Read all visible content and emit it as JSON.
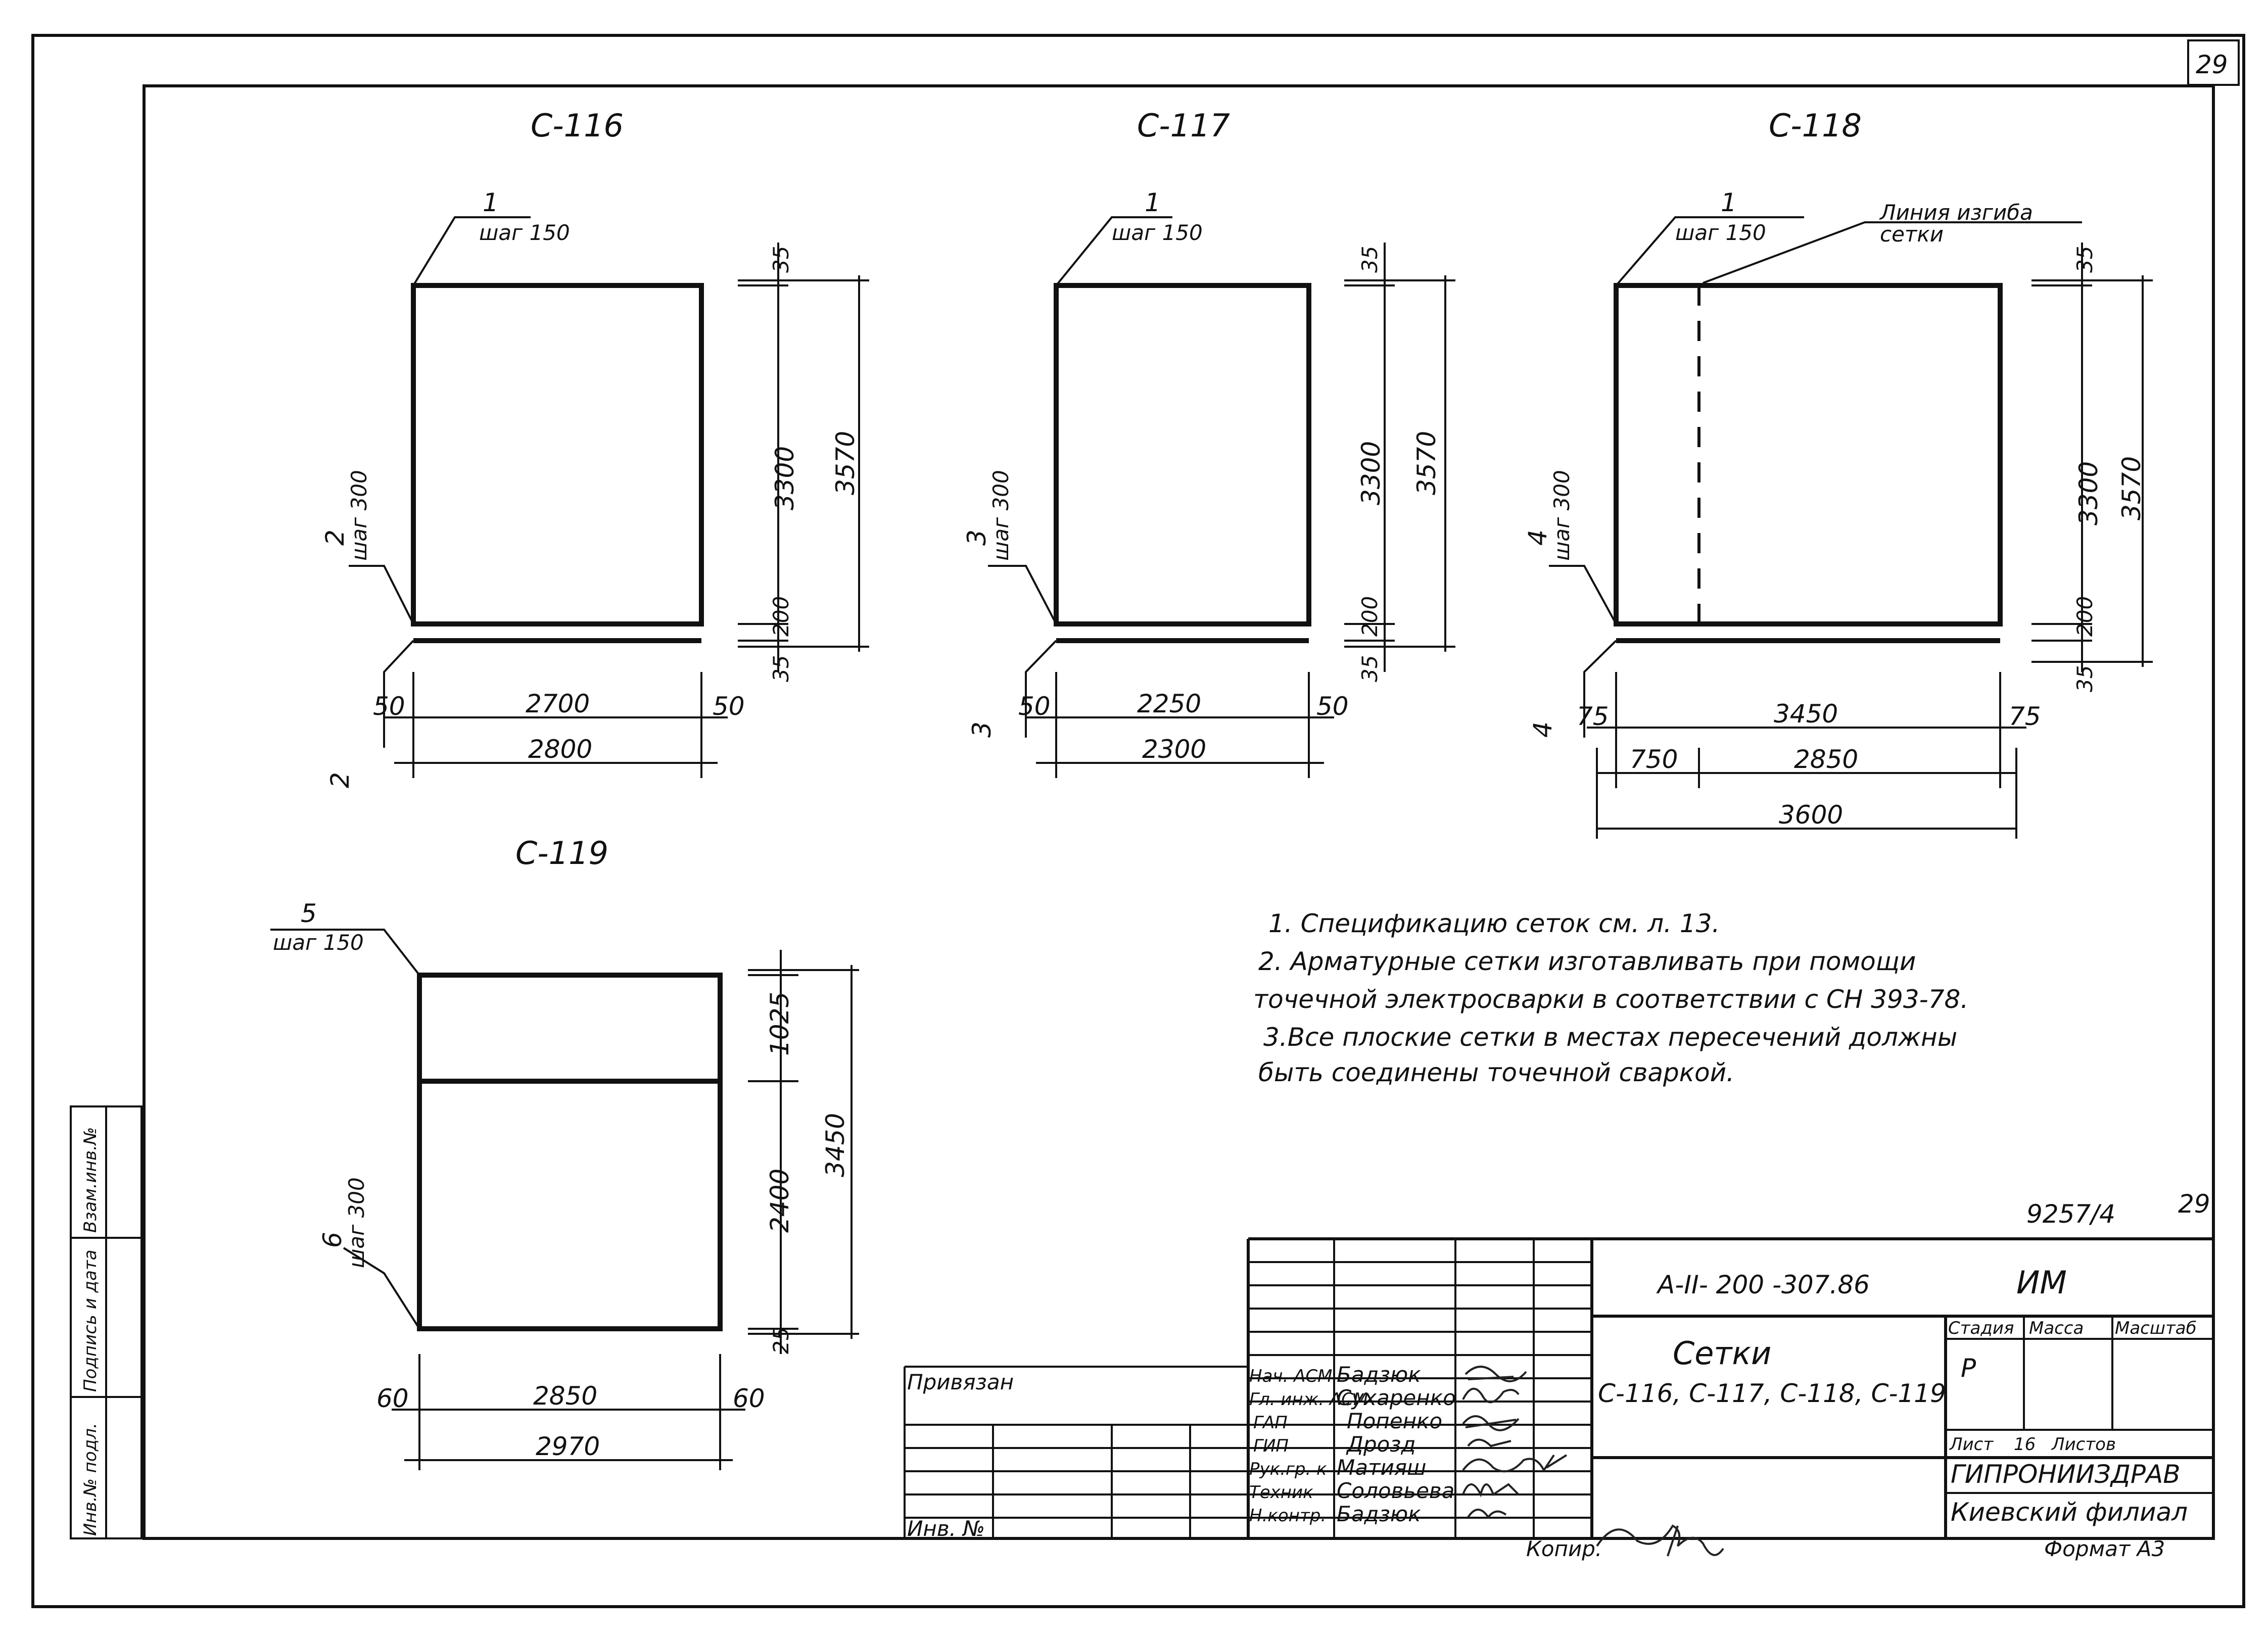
{
  "sheet_number_corner": "29",
  "drawings": {
    "c116": {
      "title": "С-116",
      "bar_top": {
        "num": "1",
        "step": "шаг 150"
      },
      "bar_side": {
        "num": "2",
        "step": "шаг 300"
      },
      "bar_bottom_num": "2",
      "dim_top_off": "35",
      "dim_main": "3300",
      "dim_total": "3570",
      "dim_bottom": "200",
      "dim_bottom_off": "35",
      "dim_left_off": "50",
      "dim_inner": "2700",
      "dim_right_off": "50",
      "dim_width": "2800"
    },
    "c117": {
      "title": "С-117",
      "bar_top": {
        "num": "1",
        "step": "шаг 150"
      },
      "bar_side": {
        "num": "3",
        "step": "шаг 300"
      },
      "bar_bottom_num": "3",
      "dim_top_off": "35",
      "dim_main": "3300",
      "dim_total": "3570",
      "dim_bottom": "200",
      "dim_bottom_off": "35",
      "dim_left_off": "50",
      "dim_inner": "2250",
      "dim_right_off": "50",
      "dim_width": "2300"
    },
    "c118": {
      "title": "С-118",
      "bar_top": {
        "num": "1",
        "step": "шаг 150"
      },
      "bend_line_label": [
        "Линия изгиба",
        "сетки"
      ],
      "bar_side": {
        "num": "4",
        "step": "шаг 300"
      },
      "bar_bottom_num": "4",
      "dim_top_off": "35",
      "dim_main": "3300",
      "dim_total": "3570",
      "dim_bottom": "200",
      "dim_bottom_off": "35",
      "dim_left_off": "75",
      "dim_inner": "3450",
      "dim_right_off": "75",
      "dim_seg_a": "750",
      "dim_seg_b": "2850",
      "dim_width": "3600"
    },
    "c119": {
      "title": "С-119",
      "bar_top": {
        "num": "5",
        "step": "шаг 150"
      },
      "bar_side": {
        "num": "6",
        "step": "шаг 300"
      },
      "dim_top": "1025",
      "dim_mid": "2400",
      "dim_total": "3450",
      "dim_bottom": "25",
      "dim_left_off": "60",
      "dim_inner": "2850",
      "dim_right_off": "60",
      "dim_width": "2970"
    }
  },
  "notes": [
    "1. Спецификацию сеток см. л. 13.",
    "2. Арматурные сетки изготавливать при помощи",
    "точечной электросварки в соответствии с СН 393-78.",
    "3.Все плоские сетки в местах пересечений должны",
    "быть соединены точечной сваркой."
  ],
  "order_number": "9257/4",
  "order_sheet": "29",
  "left_margin": {
    "cell1": "Инв.№ подл.",
    "cell2": "Подпись и дата",
    "cell3": "Взам.инв.№"
  },
  "binding": {
    "privyazan": "Привязан",
    "inv_no": "Инв. №"
  },
  "title_block": {
    "code": "А-II- 200 -307.86",
    "mark": "ИМ",
    "name_line1": "Сетки",
    "name_line2": "С-116, С-117, С-118, С-119",
    "stage_header": "Стадия",
    "mass_header": "Масса",
    "scale_header": "Масштаб",
    "stage_value": "Р",
    "sheet_label": "Лист",
    "sheet_value": "16",
    "sheets_label": "Листов",
    "org_line1": "ГИПРОНИИЗДРАВ",
    "org_line2": "Киевский филиал",
    "format": "Формат А3",
    "copied": "Копир."
  },
  "staff": [
    {
      "role": "Нач. АСМ",
      "name": "Бадзюк"
    },
    {
      "role": "Гл. инж. АСМ",
      "name": "Сухаренко"
    },
    {
      "role": "ГАП",
      "name": "Попенко"
    },
    {
      "role": "ГИП",
      "name": "Дрозд"
    },
    {
      "role": "Рук.гр. к",
      "name": "Матияш"
    },
    {
      "role": "Техник",
      "name": "Соловьева"
    },
    {
      "role": "Н.контр.",
      "name": "Бадзюк"
    }
  ]
}
